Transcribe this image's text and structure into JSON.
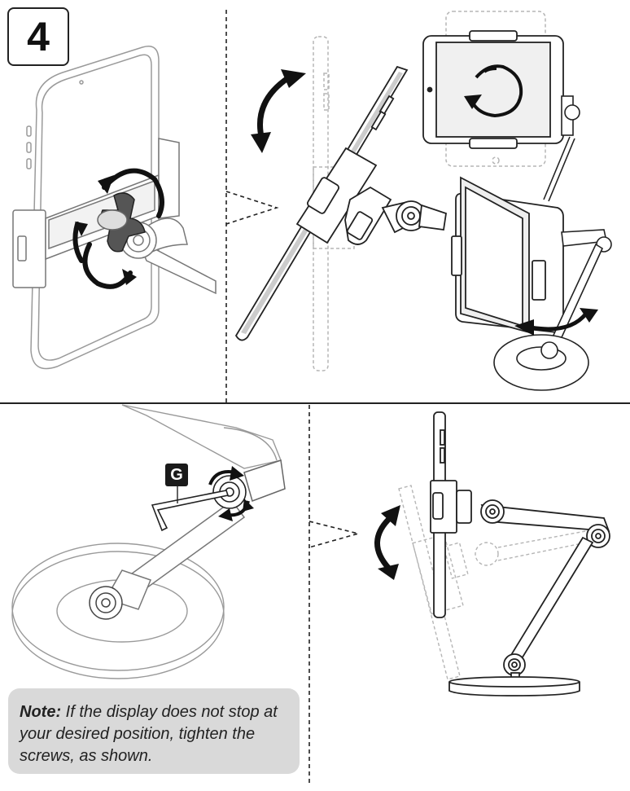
{
  "step": {
    "number": "4"
  },
  "callout": {
    "letter": "G"
  },
  "note": {
    "label": "Note:",
    "text": " If the display does not stop at your desired position, tighten the screws, as shown."
  },
  "colors": {
    "line": "#222222",
    "ghost": "#b5b5b5",
    "note_bg": "#d9d9d9",
    "callout_bg": "#1a1a1a"
  }
}
